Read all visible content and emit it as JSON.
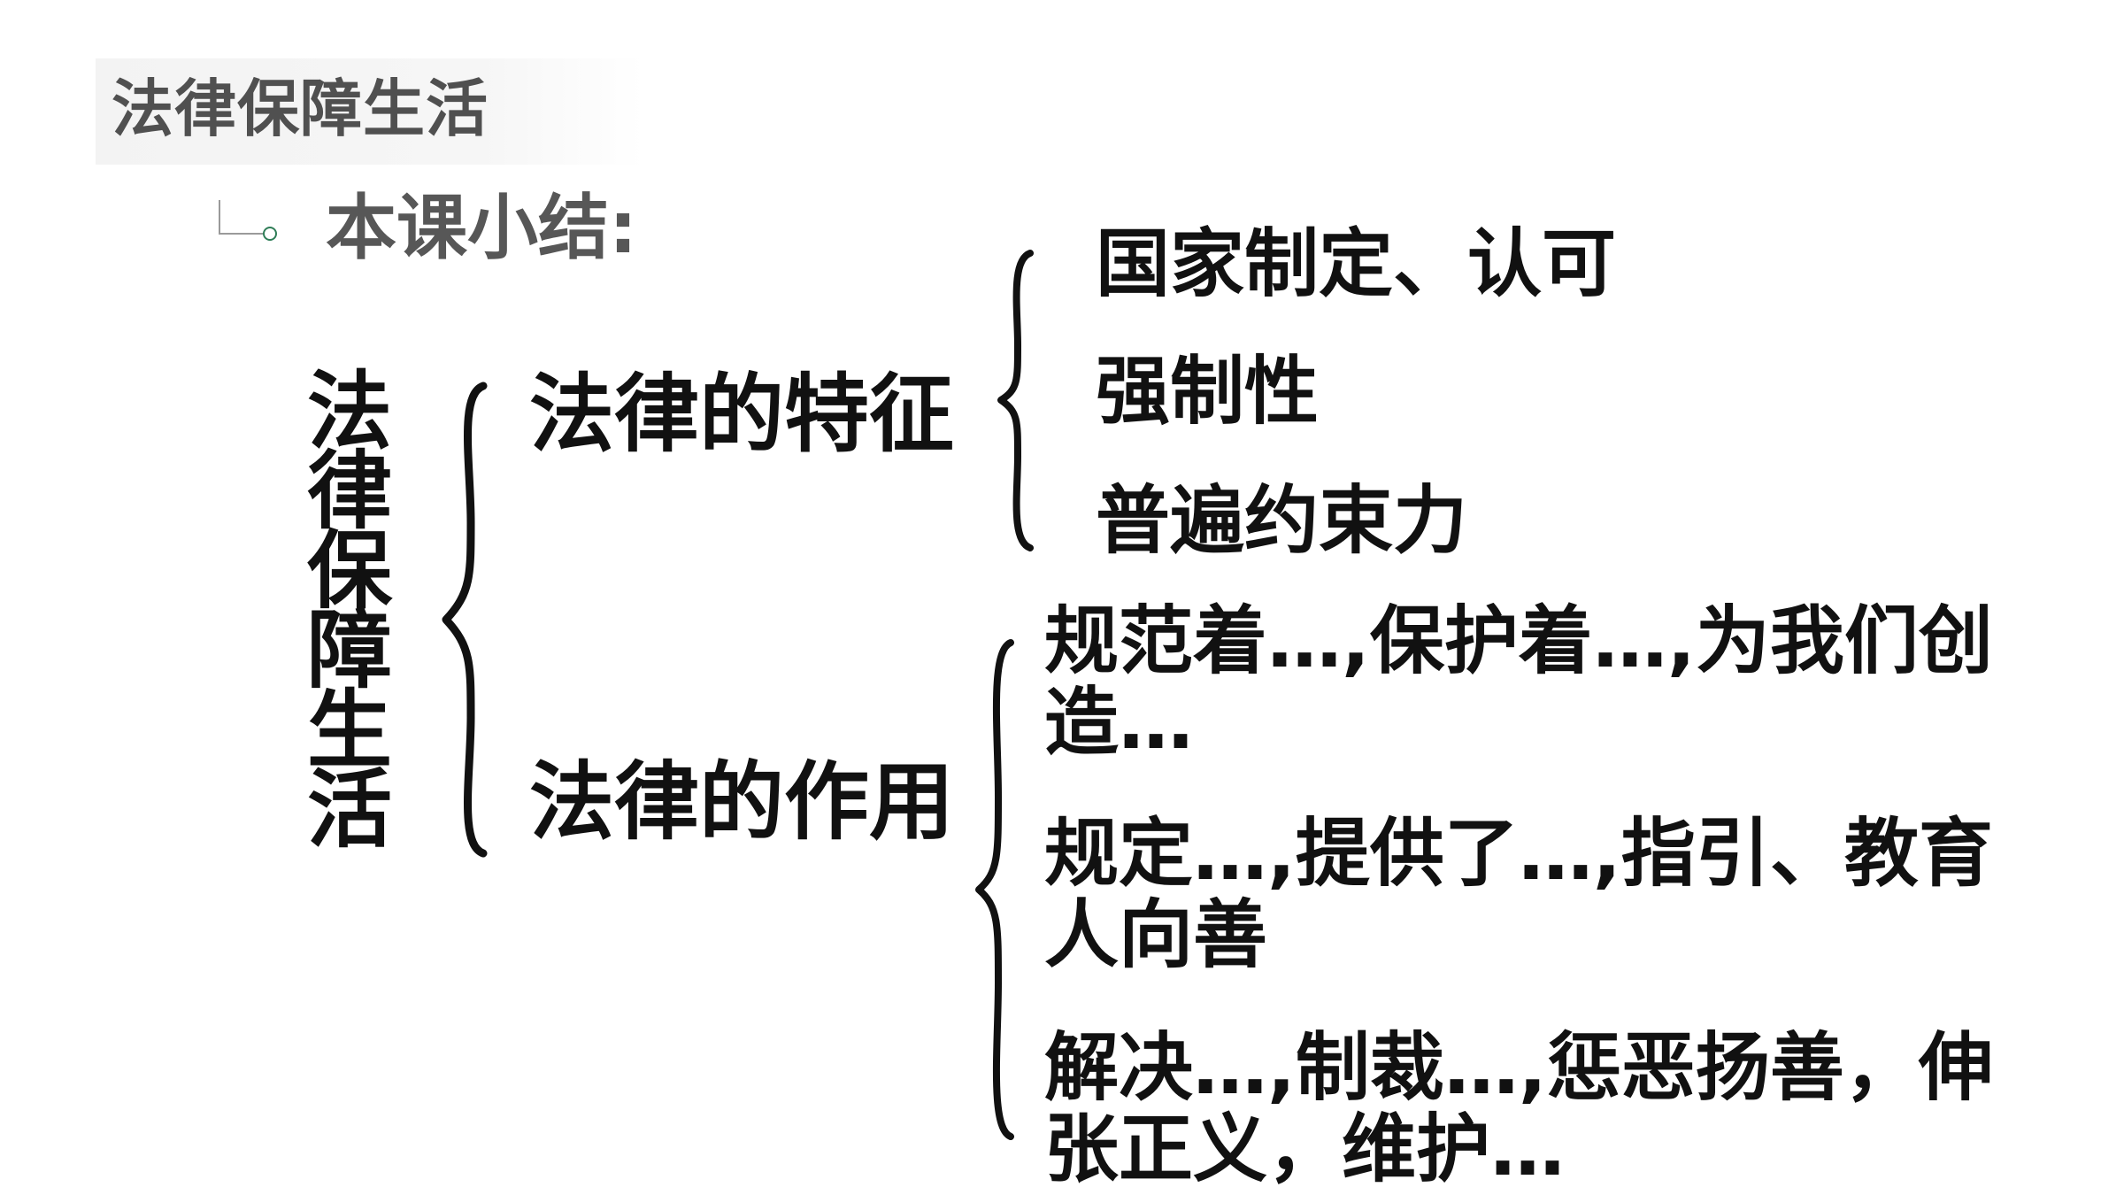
{
  "header": {
    "title": "法律保障生活"
  },
  "summary": {
    "label": "本课小结:"
  },
  "mindmap": {
    "root": "法律保障生活",
    "features": {
      "title": "法律的特征",
      "items": [
        "国家制定、认可",
        "强制性",
        "普遍约束力"
      ]
    },
    "functions": {
      "title": "法律的作用",
      "items": [
        "规范着…,保护着…,为我们创造…",
        "规定…,提供了…,指引、教育人向善",
        "解决…,制裁…,惩恶扬善，伸张正义，维护…"
      ]
    }
  },
  "colors": {
    "text_main": "#111111",
    "text_muted": "#575757",
    "header_band": "#f3f3f3",
    "marker_green": "#2f7d57",
    "marker_gray": "#9a9a9a"
  }
}
